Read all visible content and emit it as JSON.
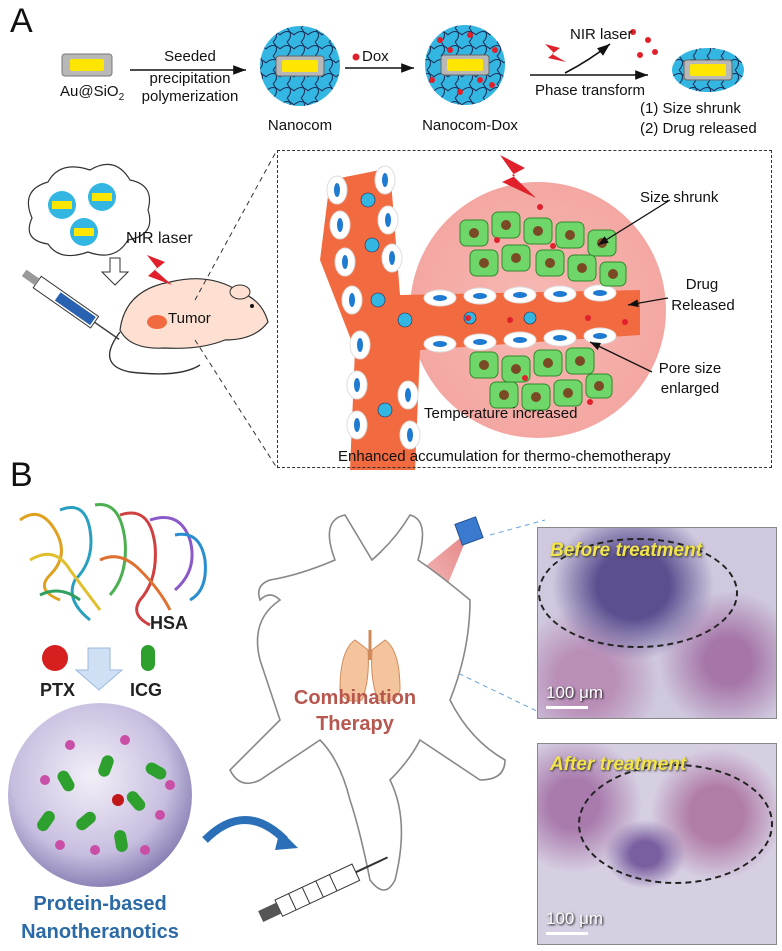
{
  "panelA": {
    "letter": "A",
    "au_sio2": "Au@SiO",
    "au_sio2_sub": "2",
    "seeded": "Seeded",
    "precip": "precipitation",
    "polymer": "polymerization",
    "dox": "Dox",
    "nir1": "NIR laser",
    "phase": "Phase transform",
    "nanocom": "Nanocom",
    "nanocom_dox": "Nanocom-Dox",
    "size_shrunk_list": "(1) Size shrunk",
    "drug_released_list": "(2) Drug released",
    "nir2": "NIR laser",
    "tumor": "Tumor",
    "size_shrunk": "Size shrunk",
    "drug": "Drug",
    "released": "Released",
    "pore_size": "Pore size",
    "enlarged": "enlarged",
    "temp": "Temperature increased",
    "enhanced": "Enhanced accumulation for thermo-chemotherapy"
  },
  "panelB": {
    "letter": "B",
    "hsa": "HSA",
    "ptx": "PTX",
    "icg": "ICG",
    "combination": "Combination",
    "therapy": "Therapy",
    "protein": "Protein-based",
    "nanotheranotics": "Nanotheranotics",
    "before": "Before treatment",
    "after": "After treatment",
    "scale1": "100 μm",
    "scale2": "100 μm"
  },
  "colors": {
    "vessel": "#f26a3f",
    "tumor_glow": "#f6b1ad",
    "cell_green": "#6fd66a",
    "nucleus": "#7a4a24",
    "particle_blue": "#3ab7e0",
    "core_yellow": "#ffe600",
    "dox_red": "#e0202a",
    "title_blue": "#2b6aa6",
    "title_red": "#b8574f",
    "histo_bg": "#c9c4dc"
  },
  "icons": [
    "lightning-icon",
    "syringe-icon",
    "mouse-icon",
    "arrow-icon",
    "protein-ribbon-icon",
    "lung-icon",
    "laser-device-icon"
  ]
}
